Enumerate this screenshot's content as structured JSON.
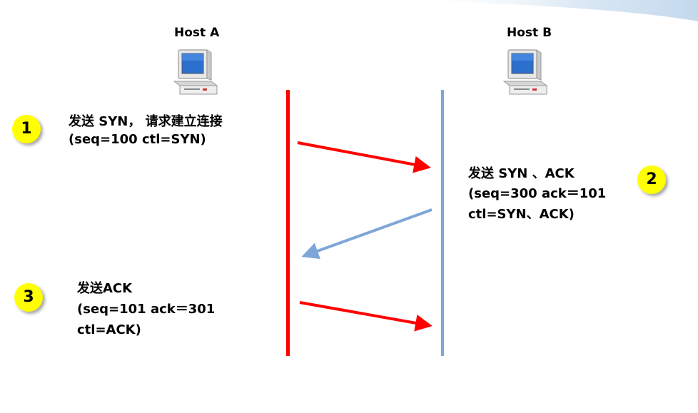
{
  "hosts": {
    "a": {
      "label": "Host A",
      "icon": "computer-icon"
    },
    "b": {
      "label": "Host B",
      "icon": "computer-icon"
    }
  },
  "steps": [
    {
      "number": "1",
      "line1": "发送 SYN， 请求建立连接",
      "line2": "(seq=100 ctl=SYN)",
      "direction": "A to B"
    },
    {
      "number": "2",
      "line1": "发送 SYN 、ACK",
      "line2": "(seq=300 ack＝101",
      "line3": "ctl=SYN、ACK)",
      "direction": "B to A"
    },
    {
      "number": "3",
      "line1": "发送ACK",
      "line2": "(seq=101 ack＝301",
      "line3": "ctl=ACK)",
      "direction": "A to B"
    }
  ],
  "colors": {
    "host_a_line": "#ff0000",
    "host_b_line": "#7ea6d8",
    "badge": "#ffff00",
    "arrow_a_to_b": "#ff0000",
    "arrow_b_to_a": "#7ea6d8"
  }
}
